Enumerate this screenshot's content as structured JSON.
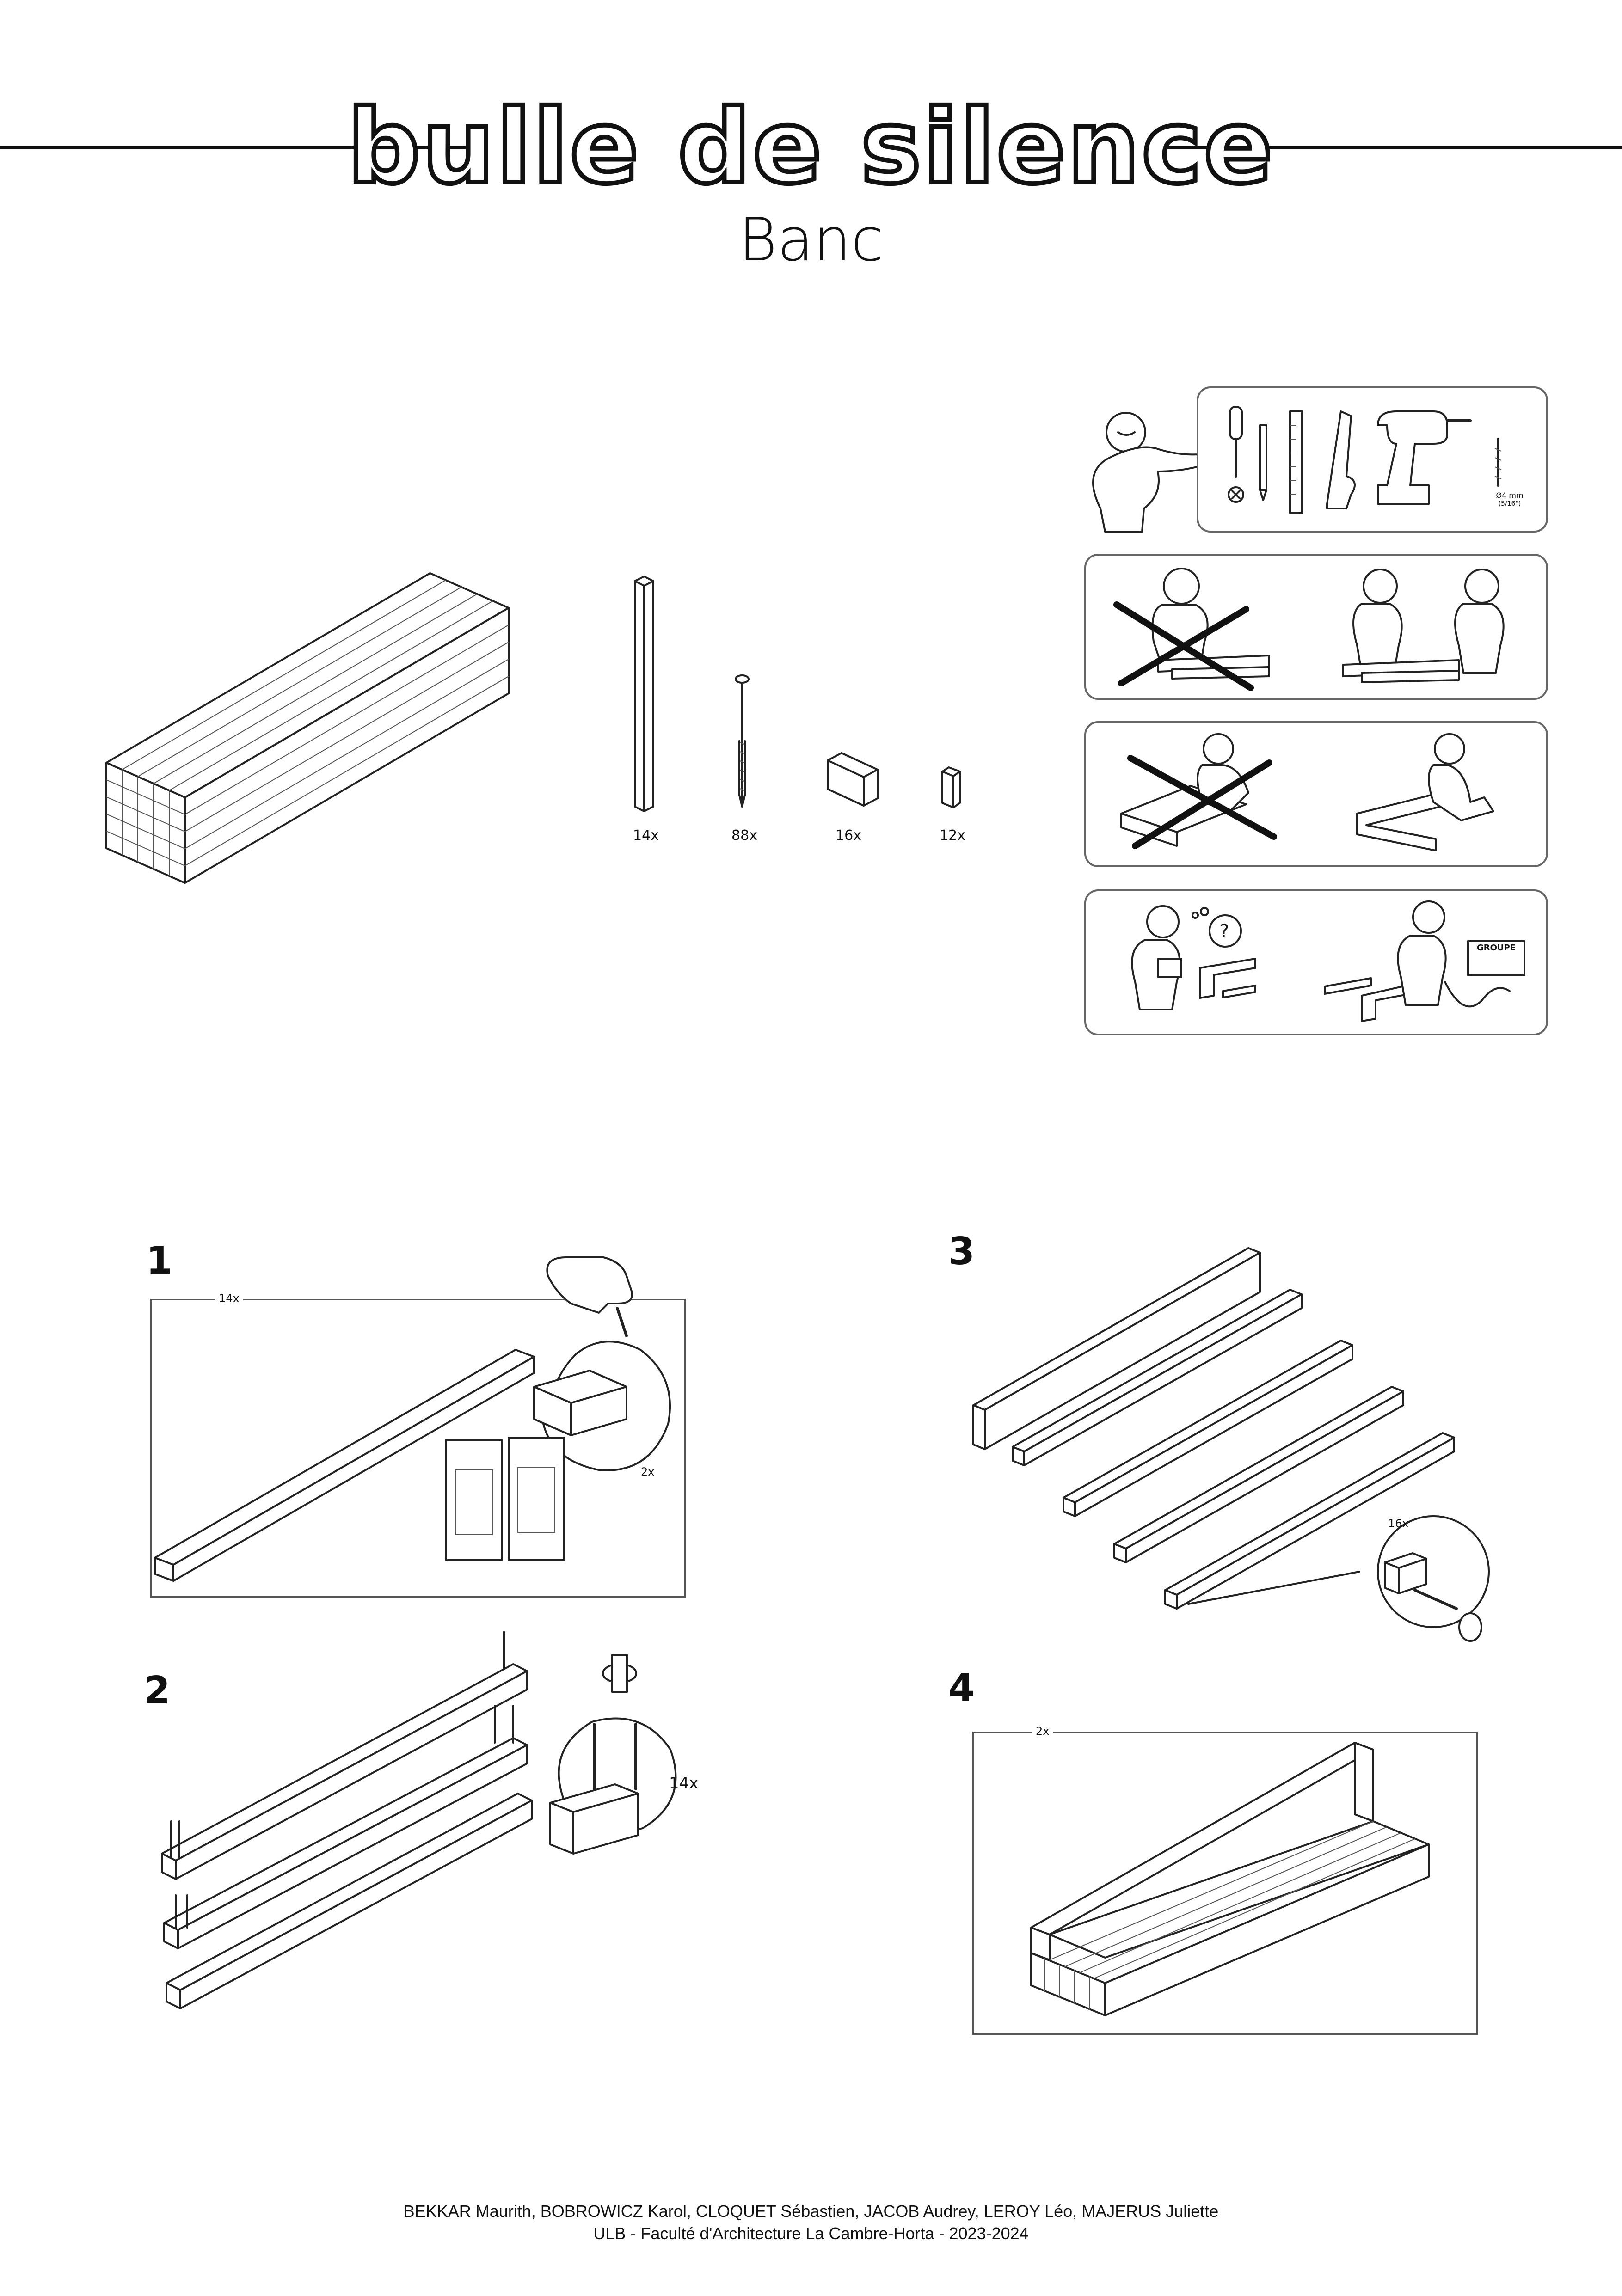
{
  "header": {
    "brand": "bulle de silence",
    "product": "Banc"
  },
  "parts": [
    {
      "qty": "14x",
      "name": "wood-beam"
    },
    {
      "qty": "88x",
      "name": "screw"
    },
    {
      "qty": "16x",
      "name": "wood-block"
    },
    {
      "qty": "12x",
      "name": "small-dowel"
    }
  ],
  "tools": {
    "drill_bit_label": "Ø4 mm",
    "drill_bit_sub": "(5/16\")"
  },
  "notices": {
    "group_sign": "GROUPE"
  },
  "steps": [
    {
      "number": "1",
      "frame_qty": "14x",
      "detail_qty": "2x"
    },
    {
      "number": "2",
      "detail_qty": "14x"
    },
    {
      "number": "3",
      "detail_qty": "16x"
    },
    {
      "number": "4",
      "frame_qty": "2x"
    }
  ],
  "footer": {
    "authors": "BEKKAR Maurith, BOBROWICZ Karol, CLOQUET Sébastien, JACOB Audrey, LEROY Léo, MAJERUS Juliette",
    "institution": "ULB - Faculté d'Architecture La Cambre-Horta - 2023-2024"
  }
}
